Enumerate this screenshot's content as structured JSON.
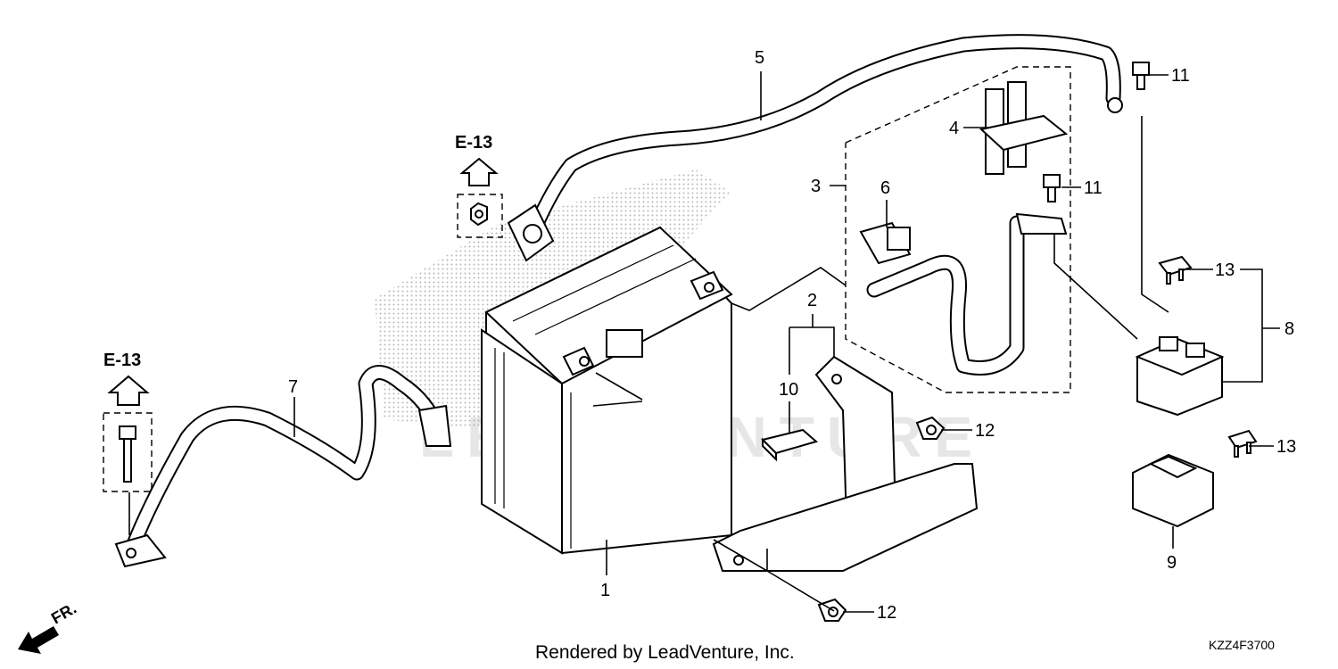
{
  "callouts": {
    "c1": "1",
    "c2": "2",
    "c3": "3",
    "c4": "4",
    "c5": "5",
    "c6": "6",
    "c7": "7",
    "c8": "8",
    "c9": "9",
    "c10": "10",
    "c11a": "11",
    "c11b": "11",
    "c12a": "12",
    "c12b": "12",
    "c13a": "13",
    "c13b": "13"
  },
  "references": {
    "upper": "E-13",
    "lower": "E-13"
  },
  "direction_label": "FR.",
  "watermark": "LEADVENTURE",
  "footer": {
    "credit": "Rendered by LeadVenture, Inc.",
    "diagram_code": "KZZ4F3700"
  }
}
